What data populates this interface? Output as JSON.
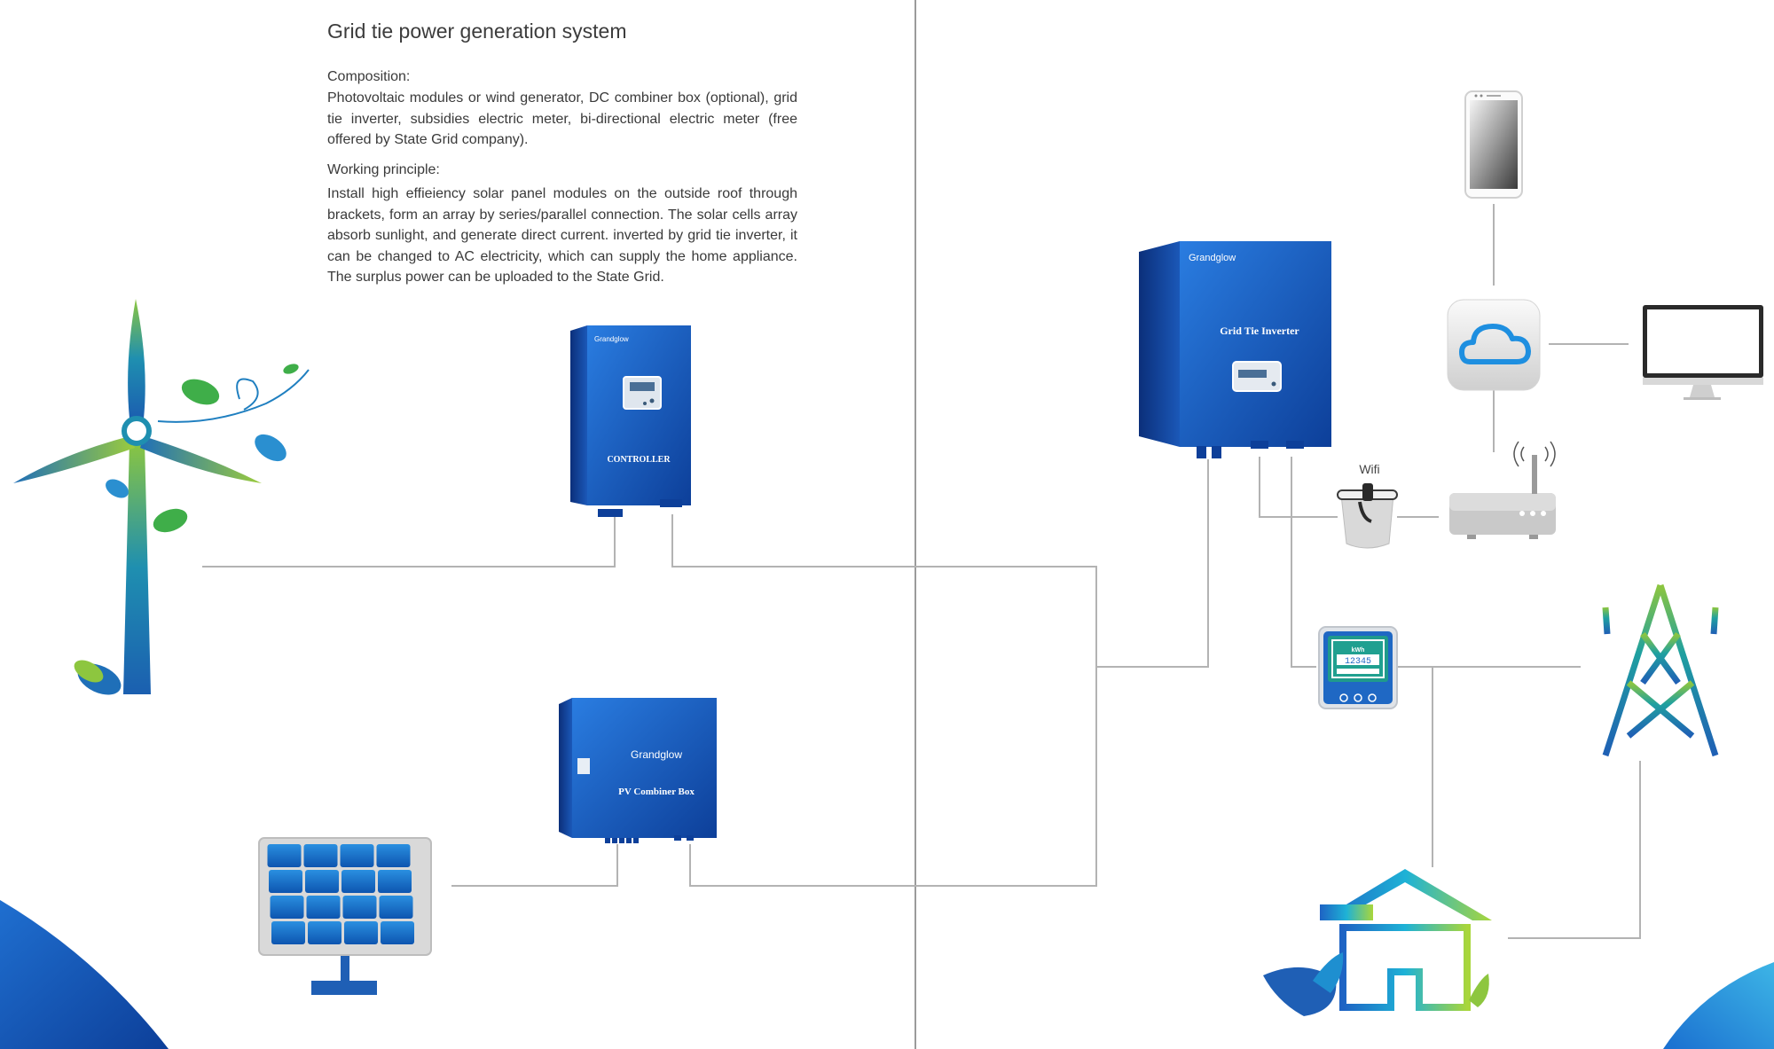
{
  "title": "Grid tie power generation system",
  "composition": {
    "heading": "Composition:",
    "text": "Photovoltaic modules or wind generator, DC combiner box (optional), grid tie inverter, subsidies electric meter, bi-directional electric meter (free offered by State Grid company)."
  },
  "principle": {
    "heading": "Working principle:",
    "text": "Install high effieiency solar panel modules on the outside roof through brackets, form an array by series/parallel connection. The solar cells array absorb sunlight, and generate direct current. inverted by grid tie inverter, it can be changed to AC electricity, which can supply the home appliance. The surplus power can be uploaded to the State Grid."
  },
  "devices": {
    "controller": {
      "brand": "Grandglow",
      "label": "CONTROLLER"
    },
    "combiner": {
      "brand": "Grandglow",
      "label": "PV Combiner Box"
    },
    "inverter": {
      "brand": "Grandglow",
      "label": "Grid Tie Inverter"
    },
    "meter": {
      "label": "kWh",
      "digits": "12345"
    },
    "wifi": {
      "label": "Wifi"
    }
  },
  "icons": [
    "wind-turbine-icon",
    "solar-panel-icon",
    "controller-icon",
    "combiner-box-icon",
    "inverter-icon",
    "smartphone-icon",
    "cloud-icon",
    "monitor-icon",
    "router-icon",
    "wifi-module-icon",
    "electric-meter-icon",
    "transmission-tower-icon",
    "house-icon"
  ],
  "colors": {
    "device_blue": "#1a5fb4",
    "line_gray": "#b5b5b5",
    "accent_green": "#3fae49"
  }
}
